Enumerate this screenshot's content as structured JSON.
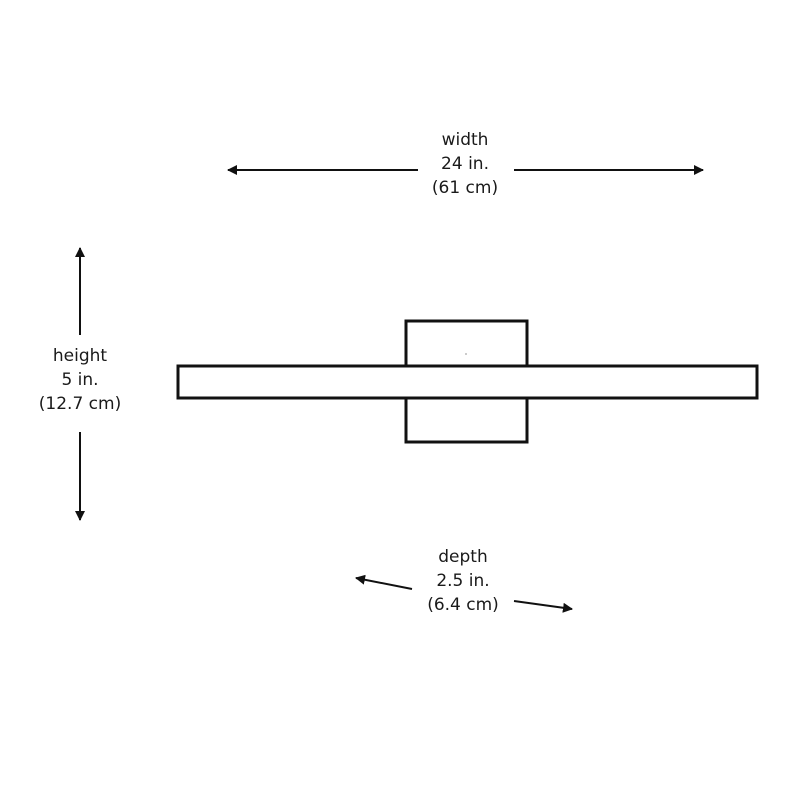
{
  "dimensions": {
    "width": {
      "label": "width",
      "imperial": "24 in.",
      "metric": "(61 cm)"
    },
    "height": {
      "label": "height",
      "imperial": "5 in.",
      "metric": "(12.7 cm)"
    },
    "depth": {
      "label": "depth",
      "imperial": "2.5 in.",
      "metric": "(6.4 cm)"
    }
  },
  "colors": {
    "stroke": "#111111",
    "text": "#1a1a1a",
    "background": "#ffffff"
  }
}
